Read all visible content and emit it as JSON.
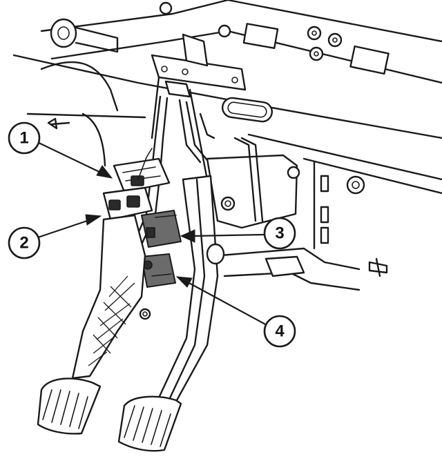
{
  "callouts": [
    {
      "label": "1"
    },
    {
      "label": "2"
    },
    {
      "label": "3"
    },
    {
      "label": "4"
    }
  ],
  "colors": {
    "line": "#1a1a1a",
    "background": "#ffffff",
    "switch_fill": "#6b6b6b"
  }
}
